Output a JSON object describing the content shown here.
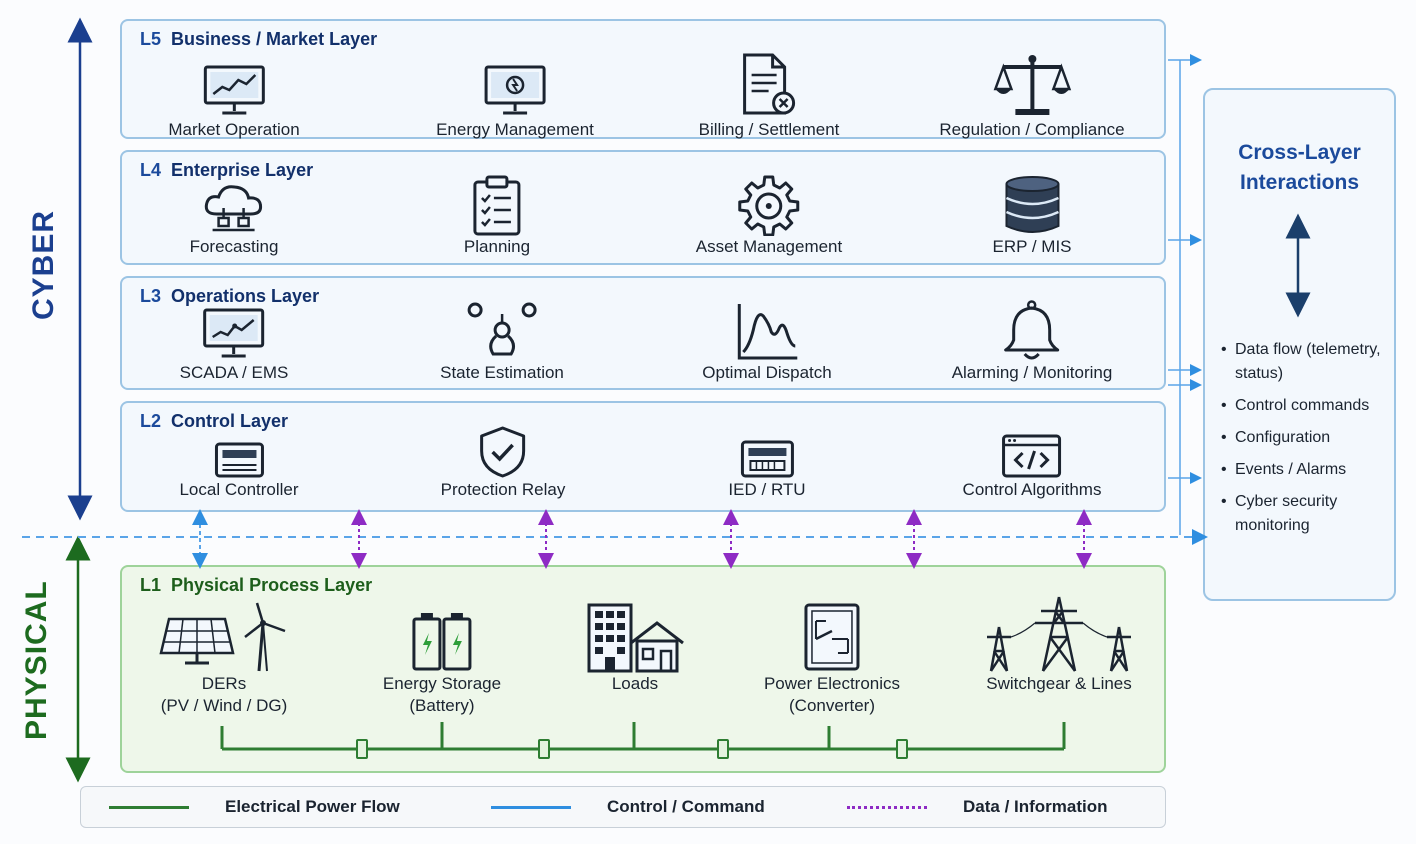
{
  "side": {
    "cyber": "CYBER",
    "physical": "PHYSICAL"
  },
  "layers": [
    {
      "level": "L5",
      "title": "Business / Market Layer",
      "items": [
        {
          "label": "Market Operation",
          "icon": "market-monitor-icon"
        },
        {
          "label": "Energy Management",
          "icon": "energy-monitor-icon"
        },
        {
          "label": "Billing / Settlement",
          "icon": "billing-document-icon"
        },
        {
          "label": "Regulation / Compliance",
          "icon": "scales-icon"
        }
      ]
    },
    {
      "level": "L4",
      "title": "Enterprise Layer",
      "items": [
        {
          "label": "Forecasting",
          "icon": "cloud-icon"
        },
        {
          "label": "Planning",
          "icon": "clipboard-icon"
        },
        {
          "label": "Asset Management",
          "icon": "gear-icon"
        },
        {
          "label": "ERP / MIS",
          "icon": "database-icon"
        }
      ]
    },
    {
      "level": "L3",
      "title": "Operations Layer",
      "items": [
        {
          "label": "SCADA / EMS",
          "icon": "scada-monitor-icon"
        },
        {
          "label": "State Estimation",
          "icon": "network-nodes-icon"
        },
        {
          "label": "Optimal Dispatch",
          "icon": "curve-chart-icon"
        },
        {
          "label": "Alarming / Monitoring",
          "icon": "bell-icon"
        }
      ]
    },
    {
      "level": "L2",
      "title": "Control Layer",
      "items": [
        {
          "label": "Local Controller",
          "icon": "controller-icon"
        },
        {
          "label": "Protection Relay",
          "icon": "shield-check-icon"
        },
        {
          "label": "IED / RTU",
          "icon": "rtu-device-icon"
        },
        {
          "label": "Control Algorithms",
          "icon": "code-window-icon"
        }
      ]
    }
  ],
  "physical": {
    "level": "L1",
    "title": "Physical Process Layer",
    "items": [
      {
        "line1": "DERs",
        "line2": "(PV / Wind / DG)",
        "icon": "solar-wind-icon"
      },
      {
        "line1": "Energy Storage",
        "line2": "(Battery)",
        "icon": "battery-icon"
      },
      {
        "line1": "Loads",
        "line2": "",
        "icon": "buildings-icon"
      },
      {
        "line1": "Power Electronics",
        "line2": "(Converter)",
        "icon": "converter-icon"
      },
      {
        "line1": "Switchgear & Lines",
        "line2": "",
        "icon": "transmission-tower-icon"
      }
    ]
  },
  "panel": {
    "title_line1": "Cross-Layer",
    "title_line2": "Interactions",
    "items": [
      "Data flow (telemetry, status)",
      "Control commands",
      "Configuration",
      "Events / Alarms",
      "Cyber security monitoring"
    ]
  },
  "legend": [
    {
      "label": "Electrical Power Flow",
      "style": "solid",
      "color": "#2e7d32"
    },
    {
      "label": "Control / Command",
      "style": "solid",
      "color": "#2f8ee0"
    },
    {
      "label": "Data / Information",
      "style": "dotted",
      "color": "#8e2bc4"
    }
  ],
  "colors": {
    "cyber": "#1b3f8f",
    "physical": "#1d6b1f",
    "power": "#2e7d32",
    "control": "#2f8ee0",
    "data": "#8e2bc4"
  }
}
